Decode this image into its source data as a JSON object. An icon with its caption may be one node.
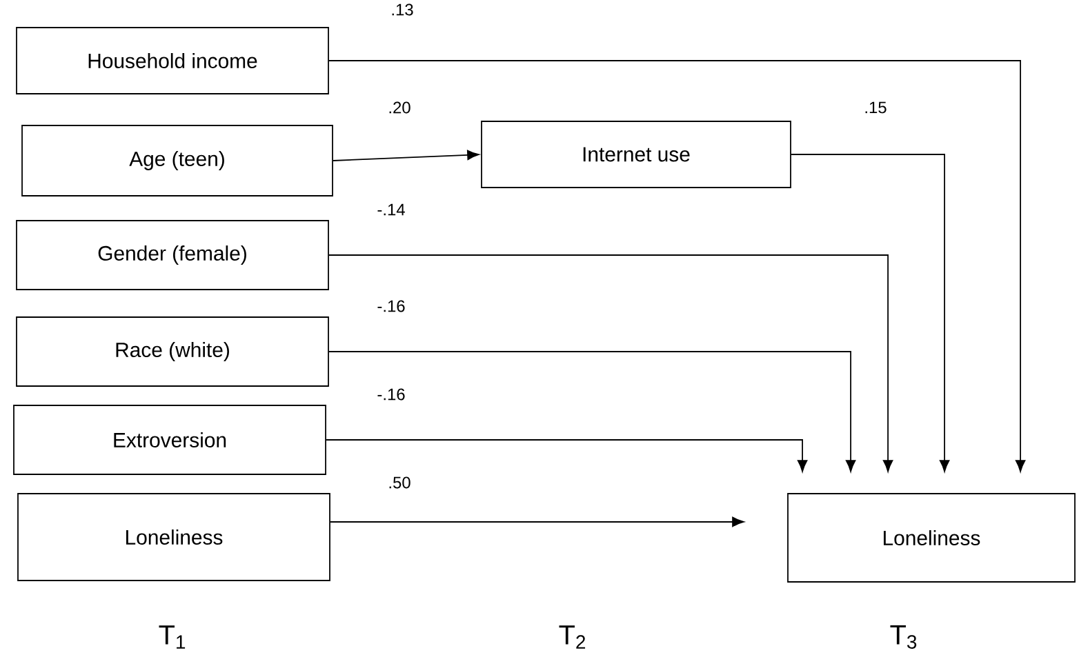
{
  "diagram": {
    "nodes": [
      {
        "text": [
          "Household income"
        ]
      },
      {
        "text": [
          "Age (teen)"
        ]
      },
      {
        "text": [
          "Internet use"
        ]
      },
      {
        "text": [
          "Gender (female)"
        ]
      },
      {
        "text": [
          "Race (white)"
        ]
      },
      {
        "text": [
          "Extroversion"
        ]
      },
      {
        "text": [
          "Loneliness"
        ]
      },
      {
        "text": [
          "Loneliness"
        ]
      }
    ],
    "edges": [
      {
        "from": 0,
        "to": 7,
        "arrow": "to",
        "label": ".13"
      },
      {
        "from": 1,
        "to": 2,
        "arrow": "to",
        "label": ".20"
      },
      {
        "from": 2,
        "to": 7,
        "arrow": "to",
        "label": ".15"
      },
      {
        "from": 3,
        "to": 7,
        "arrow": "to",
        "label": "-.14"
      },
      {
        "from": 4,
        "to": 7,
        "arrow": "to",
        "label": "-.16"
      },
      {
        "from": 5,
        "to": 7,
        "arrow": "to",
        "label": "-.16"
      },
      {
        "from": 6,
        "to": 7,
        "arrow": "to",
        "label": ".50"
      }
    ],
    "labels": [
      "T$_{1}$",
      "T$_{2}$",
      "T$_{3}$"
    ]
  }
}
